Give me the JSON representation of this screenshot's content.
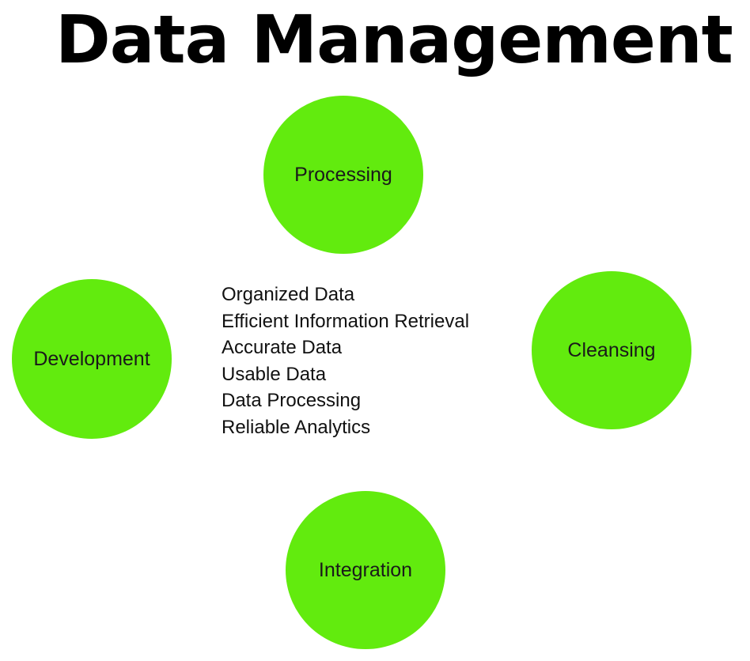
{
  "title": "Data Management",
  "colors": {
    "node_fill": "#62eb0e",
    "text": "#000000",
    "background": "#ffffff"
  },
  "nodes": {
    "processing": "Processing",
    "development": "Development",
    "cleansing": "Cleansing",
    "integration": "Integration"
  },
  "benefits": [
    "Organized Data",
    "Efficient Information Retrieval",
    "Accurate Data",
    "Usable Data",
    "Data Processing",
    "Reliable Analytics"
  ]
}
